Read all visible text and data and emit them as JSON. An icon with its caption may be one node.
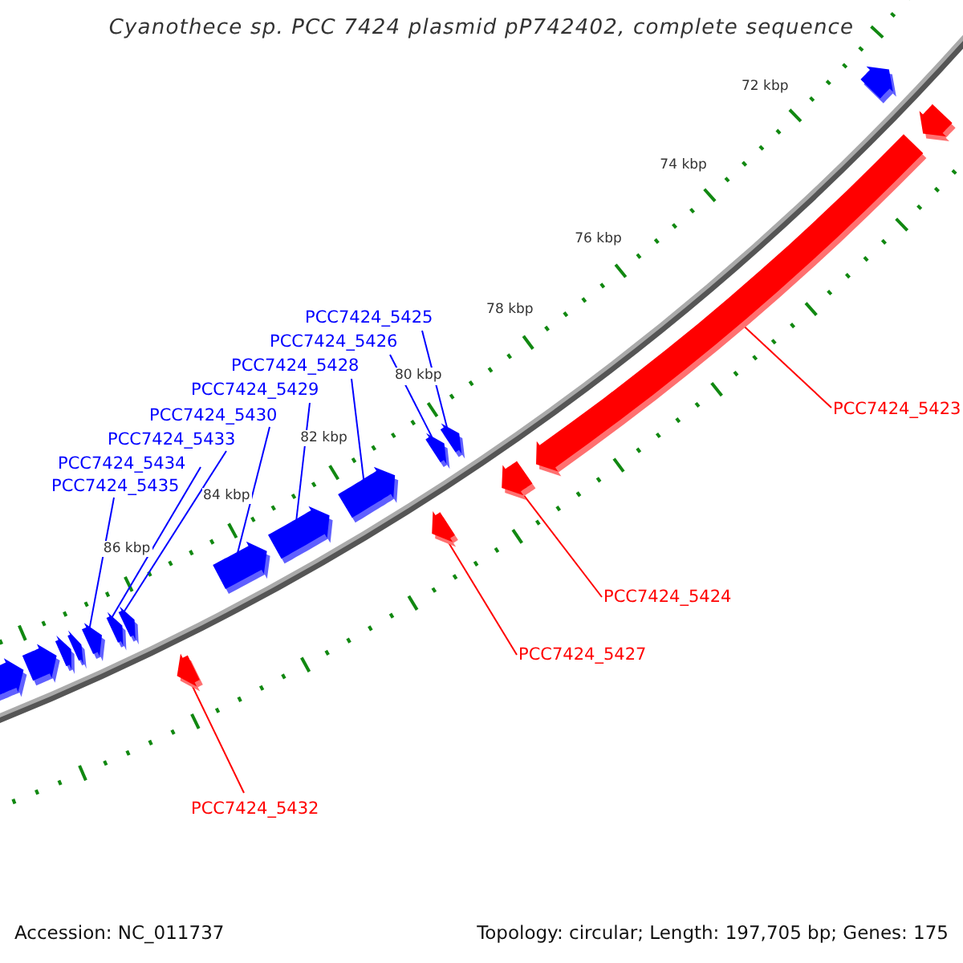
{
  "diagram": {
    "title": "Cyanothece sp. PCC 7424 plasmid pP742402, complete sequence",
    "nodes": [
      {
        "text": [
          "PCC7424_5425"
        ]
      },
      {
        "text": [
          "PCC7424_5426"
        ]
      },
      {
        "text": [
          "PCC7424_5428"
        ]
      },
      {
        "text": [
          "PCC7424_5429"
        ]
      },
      {
        "text": [
          "PCC7424_5430"
        ]
      },
      {
        "text": [
          "PCC7424_5433"
        ]
      },
      {
        "text": [
          "PCC7424_5434"
        ]
      },
      {
        "text": [
          "PCC7424_5435"
        ]
      },
      {
        "text": [
          "PCC7424_5423"
        ]
      },
      {
        "text": [
          "PCC7424_5424"
        ]
      },
      {
        "text": [
          "PCC7424_5427"
        ]
      },
      {
        "text": [
          "PCC7424_5432"
        ]
      },
      {
        "text": [],
        "shape": "arrow"
      },
      {
        "text": [],
        "shape": "arrow"
      },
      {
        "text": [],
        "shape": "arrow"
      },
      {
        "text": [],
        "shape": "arrow"
      },
      {
        "text": [],
        "shape": "arrow"
      },
      {
        "text": [],
        "shape": "arrow"
      },
      {
        "text": [],
        "shape": "arrow"
      },
      {
        "text": [],
        "shape": "arrow"
      },
      {
        "text": [],
        "shape": "arrow"
      },
      {
        "text": [],
        "shape": "arrow"
      },
      {
        "text": [],
        "shape": "arrow"
      },
      {
        "text": [],
        "shape": "arrow"
      },
      {
        "text": [],
        "shape": "arrow"
      },
      {
        "text": [],
        "shape": "arrow"
      },
      {
        "text": [],
        "shape": "arrow"
      },
      {
        "text": [],
        "shape": "arrow"
      },
      {
        "text": [],
        "shape": "arrow"
      },
      {
        "text": [],
        "shape": "arrow"
      }
    ],
    "edges": [
      {
        "from": 0,
        "to": 12,
        "arrow": "none"
      },
      {
        "from": 1,
        "to": 13,
        "arrow": "none"
      },
      {
        "from": 2,
        "to": 14,
        "arrow": "none"
      },
      {
        "from": 3,
        "to": 15,
        "arrow": "none"
      },
      {
        "from": 4,
        "to": 16,
        "arrow": "none"
      },
      {
        "from": 5,
        "to": 17,
        "arrow": "none"
      },
      {
        "from": 6,
        "to": 18,
        "arrow": "none"
      },
      {
        "from": 7,
        "to": 19,
        "arrow": "none"
      },
      {
        "from": 8,
        "to": 20,
        "arrow": "none",
        "color": "#ff0000"
      },
      {
        "from": 9,
        "to": 21,
        "arrow": "none",
        "color": "#ff0000"
      },
      {
        "from": 10,
        "to": 22,
        "arrow": "none",
        "color": "#ff0000"
      },
      {
        "from": 11,
        "to": 23,
        "arrow": "none",
        "color": "#ff0000"
      }
    ],
    "labels": [
      "72 kbp",
      "74 kbp",
      "76 kbp",
      "78 kbp",
      "80 kbp",
      "82 kbp",
      "84 kbp",
      "86 kbp",
      "Accession: NC_011737",
      "Topology: circular; Length: 197,705 bp; Genes: 175"
    ]
  }
}
